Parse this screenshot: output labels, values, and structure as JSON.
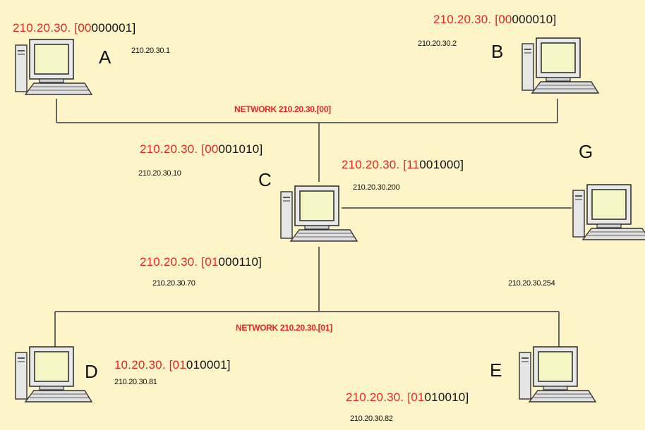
{
  "network_labels": {
    "top": "NETWORK 210.20.30.[00]",
    "bottom": "NETWORK 210.20.30.[01]"
  },
  "hosts": {
    "A": {
      "name": "A",
      "binary_prefix": "210.20.30. [",
      "binary_net": "00",
      "binary_host": "000001]",
      "decimal": "210.20.30.1"
    },
    "B": {
      "name": "B",
      "binary_prefix": "210.20.30. [",
      "binary_net": "00",
      "binary_host": "000010]",
      "decimal": "210.20.30.2"
    },
    "C": {
      "name": "C",
      "top_binary_prefix": "210.20.30. [",
      "top_binary_net": "00",
      "top_binary_host": "001010]",
      "top_decimal": "210.20.30.10",
      "right_binary_prefix": "210.20.30. [",
      "right_binary_net": "11",
      "right_binary_host": "001000]",
      "right_decimal": "210.20.30.200",
      "bottom_binary_prefix": "210.20.30. [",
      "bottom_binary_net": "01",
      "bottom_binary_host": "000110]",
      "bottom_decimal": "210.20.30.70"
    },
    "G": {
      "name": "G",
      "decimal": "210.20.30.254"
    },
    "D": {
      "name": "D",
      "binary_prefix": "10.20.30. [",
      "binary_net": "01",
      "binary_host": "010001]",
      "decimal": "210.20.30.81"
    },
    "E": {
      "name": "E",
      "binary_prefix": "210.20.30. [",
      "binary_net": "01",
      "binary_host": "010010]",
      "decimal": "210.20.30.82"
    }
  }
}
